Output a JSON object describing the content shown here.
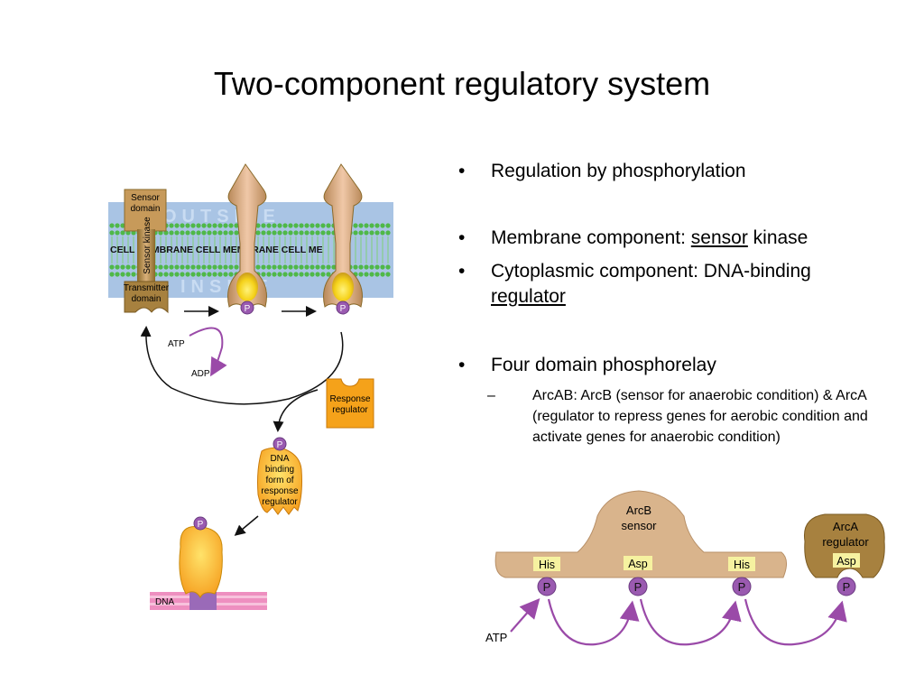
{
  "slide": {
    "title": "Two-component regulatory system"
  },
  "bullets": {
    "b1": "Regulation by phosphorylation",
    "b2_pre": "Membrane component: ",
    "b2_u": "sensor",
    "b2_post": " kinase",
    "b3_pre": "Cytoplasmic component: DNA-binding ",
    "b3_u": "regulator",
    "b4": "Four domain phosphorelay",
    "sub_dash": "–",
    "sub1": "ArcAB: ArcB (sensor for anaerobic condition) & ArcA (regulator to repress genes for aerobic condition and activate genes for anaerobic condition)"
  },
  "left_diagram": {
    "outside_label": "OUTSIDE",
    "membrane_label": "CELL MEMBRANE CELL MEMBRANE CELL ME",
    "inside_label": "INSIDE",
    "sensor_domain": [
      "Sensor",
      "domain"
    ],
    "sensor_kinase": "Sensor kinase",
    "transmitter_domain": [
      "Transmitter",
      "domain"
    ],
    "phospho": "P",
    "atp": "ATP",
    "adp": "ADP",
    "response_regulator": [
      "Response",
      "regulator"
    ],
    "dna_binding_form": [
      "DNA",
      "binding",
      "form of",
      "response",
      "regulator"
    ],
    "dna": "DNA"
  },
  "right_diagram": {
    "arcb": [
      "ArcB",
      "sensor"
    ],
    "arca": [
      "ArcA",
      "regulator"
    ],
    "his1": "His",
    "asp1": "Asp",
    "his2": "His",
    "asp2": "Asp",
    "phospho": "P",
    "atp": "ATP"
  },
  "colors": {
    "membrane_blue": "#a9c4e4",
    "lipid_green": "#4fb848",
    "protein_tan": "#c79a5a",
    "protein_dark": "#8a6a2a",
    "yellow": "#f5d21a",
    "orange": "#f5a21a",
    "purple": "#9a5ab0",
    "arrow_purple": "#9a4aa8",
    "dna_pink": "#ee8fc0",
    "arcb_tan": "#d9b48c",
    "label_yellow": "#f6f2a0"
  }
}
